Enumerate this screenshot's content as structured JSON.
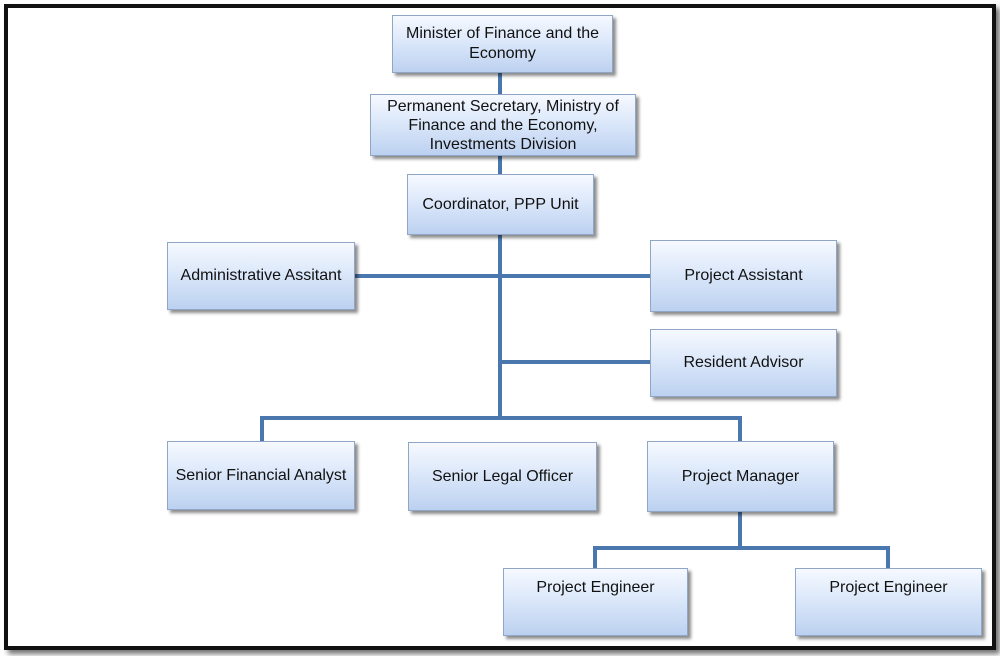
{
  "org_chart": {
    "line_color": "#4a77ad",
    "boxes": {
      "minister": "Minister of Finance and the Economy",
      "permanent_secretary": "Permanent Secretary, Ministry of Finance and the Economy, Investments Division",
      "coordinator": "Coordinator, PPP Unit",
      "administrative_assistant": "Administrative Assitant",
      "project_assistant": "Project Assistant",
      "resident_advisor": "Resident Advisor",
      "senior_financial_analyst": "Senior Financial Analyst",
      "senior_legal_officer": "Senior Legal Officer",
      "project_manager": "Project Manager",
      "project_engineer_1": "Project Engineer",
      "project_engineer_2": "Project Engineer"
    }
  }
}
